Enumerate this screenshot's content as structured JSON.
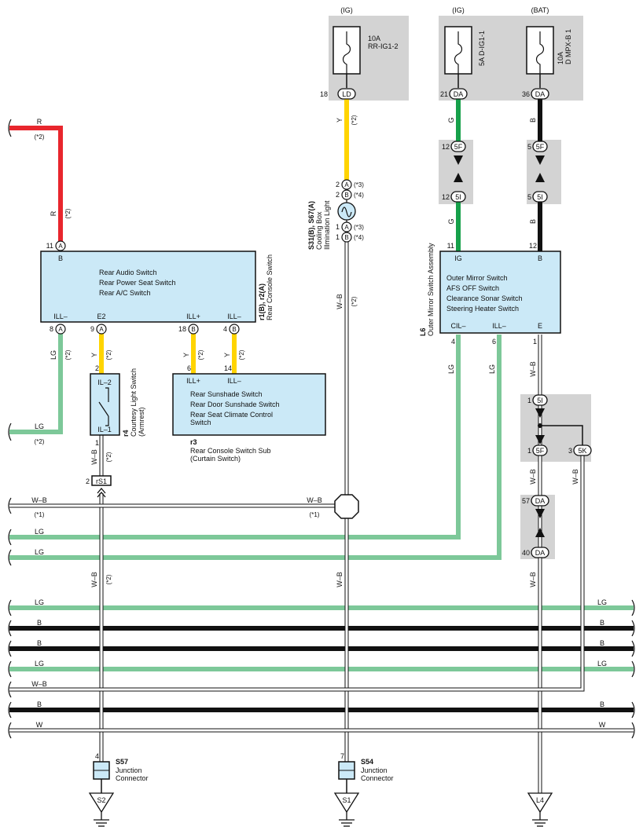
{
  "fuses": {
    "f1": {
      "supply": "(IG)",
      "amp": "10A",
      "name": "RR-IG1-2",
      "pin": "18",
      "conn": "LD"
    },
    "f2": {
      "supply": "(IG)",
      "name": "5A D-IG1-1",
      "pin": "21",
      "conn": "DA"
    },
    "f3": {
      "supply": "(BAT)",
      "amp": "10A",
      "name": "D MPX-B 1",
      "pin": "36",
      "conn": "DA"
    }
  },
  "wires": {
    "R": "R",
    "Y": "Y",
    "G": "G",
    "B": "B",
    "LG": "LG",
    "WB": "W–B",
    "W": "W",
    "n2": "(*2)",
    "n1": "(*1)",
    "n3": "(*3)",
    "n4": "(*4)"
  },
  "j5F": "5F",
  "j5I": "5I",
  "j5K": "5K",
  "jDA": "DA",
  "pins": {
    "p1": "1",
    "p2": "2",
    "p3": "3",
    "p4": "4",
    "p5": "5",
    "p6": "6",
    "p7": "7",
    "p8": "8",
    "p9": "9",
    "p11": "11",
    "p12": "12",
    "p14": "14",
    "p18": "18",
    "p40": "40",
    "p57": "57"
  },
  "cA": "A",
  "cB": "B",
  "rcs": {
    "functions": [
      "Rear Audio Switch",
      "Rear Power Seat Switch",
      "Rear A/C Switch"
    ],
    "pinB": "B",
    "ill_minus": "ILL–",
    "e2": "E2",
    "ill_plus": "ILL+",
    "code": "r1(B), r2(A)",
    "name": "Rear Console Switch"
  },
  "cglass": {
    "code": "S31(B), S67(A)",
    "name1": "Cooling Box",
    "name2": "Illmination Light"
  },
  "courtesy": {
    "il2": "IL–2",
    "il1": "IL–1",
    "code": "r4",
    "name1": "Courtesy Light Switch",
    "name2": "(Armrest)"
  },
  "rcss": {
    "ill_plus": "ILL+",
    "ill_minus": "ILL–",
    "functions": [
      "Rear Sunshade Switch",
      "Rear Door Sunshade Switch",
      "Rear Seat Climate Control",
      "Switch"
    ],
    "code": "r3",
    "name1": "Rear Console Switch Sub",
    "name2": "(Curtain Switch)"
  },
  "osa": {
    "ig": "IG",
    "b": "B",
    "cil": "CIL–",
    "ill": "ILL–",
    "e": "E",
    "functions": [
      "Outer Mirror Switch",
      "AFS OFF Switch",
      "Clearance Sonar Switch",
      "Steering Heater Switch"
    ],
    "code": "L6",
    "name": "Outer Mirror Switch Assembly"
  },
  "rs1": "rS1",
  "jc57": {
    "code": "S57",
    "l1": "Junction",
    "l2": "Connector"
  },
  "jc54": {
    "code": "S54",
    "l1": "Junction",
    "l2": "Connector"
  },
  "grounds": {
    "s2": "S2",
    "s1": "S1",
    "l4": "L4"
  }
}
